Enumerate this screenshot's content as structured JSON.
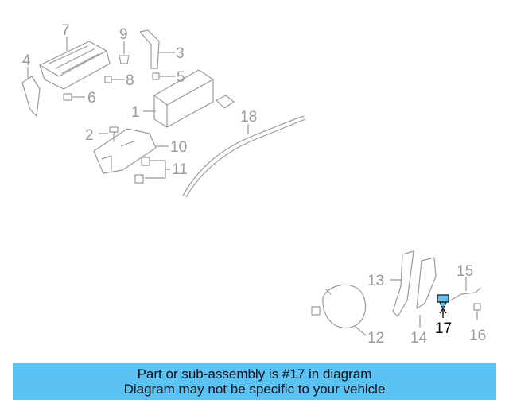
{
  "diagram": {
    "callouts": [
      {
        "id": "1",
        "label": "1"
      },
      {
        "id": "2",
        "label": "2"
      },
      {
        "id": "3",
        "label": "3"
      },
      {
        "id": "4",
        "label": "4"
      },
      {
        "id": "5",
        "label": "5"
      },
      {
        "id": "6",
        "label": "6"
      },
      {
        "id": "7",
        "label": "7"
      },
      {
        "id": "8",
        "label": "8"
      },
      {
        "id": "9",
        "label": "9"
      },
      {
        "id": "10",
        "label": "10"
      },
      {
        "id": "11",
        "label": "11"
      },
      {
        "id": "12",
        "label": "12"
      },
      {
        "id": "13",
        "label": "13"
      },
      {
        "id": "14",
        "label": "14"
      },
      {
        "id": "15",
        "label": "15"
      },
      {
        "id": "16",
        "label": "16"
      },
      {
        "id": "17",
        "label": "17"
      },
      {
        "id": "18",
        "label": "18"
      }
    ],
    "highlighted_part": "17",
    "highlight_color": "#5bc2f4"
  },
  "banner": {
    "line1": "Part or sub-assembly is #17 in diagram",
    "line2": "Diagram may not be specific to your vehicle",
    "background": "#5bc2f4"
  }
}
